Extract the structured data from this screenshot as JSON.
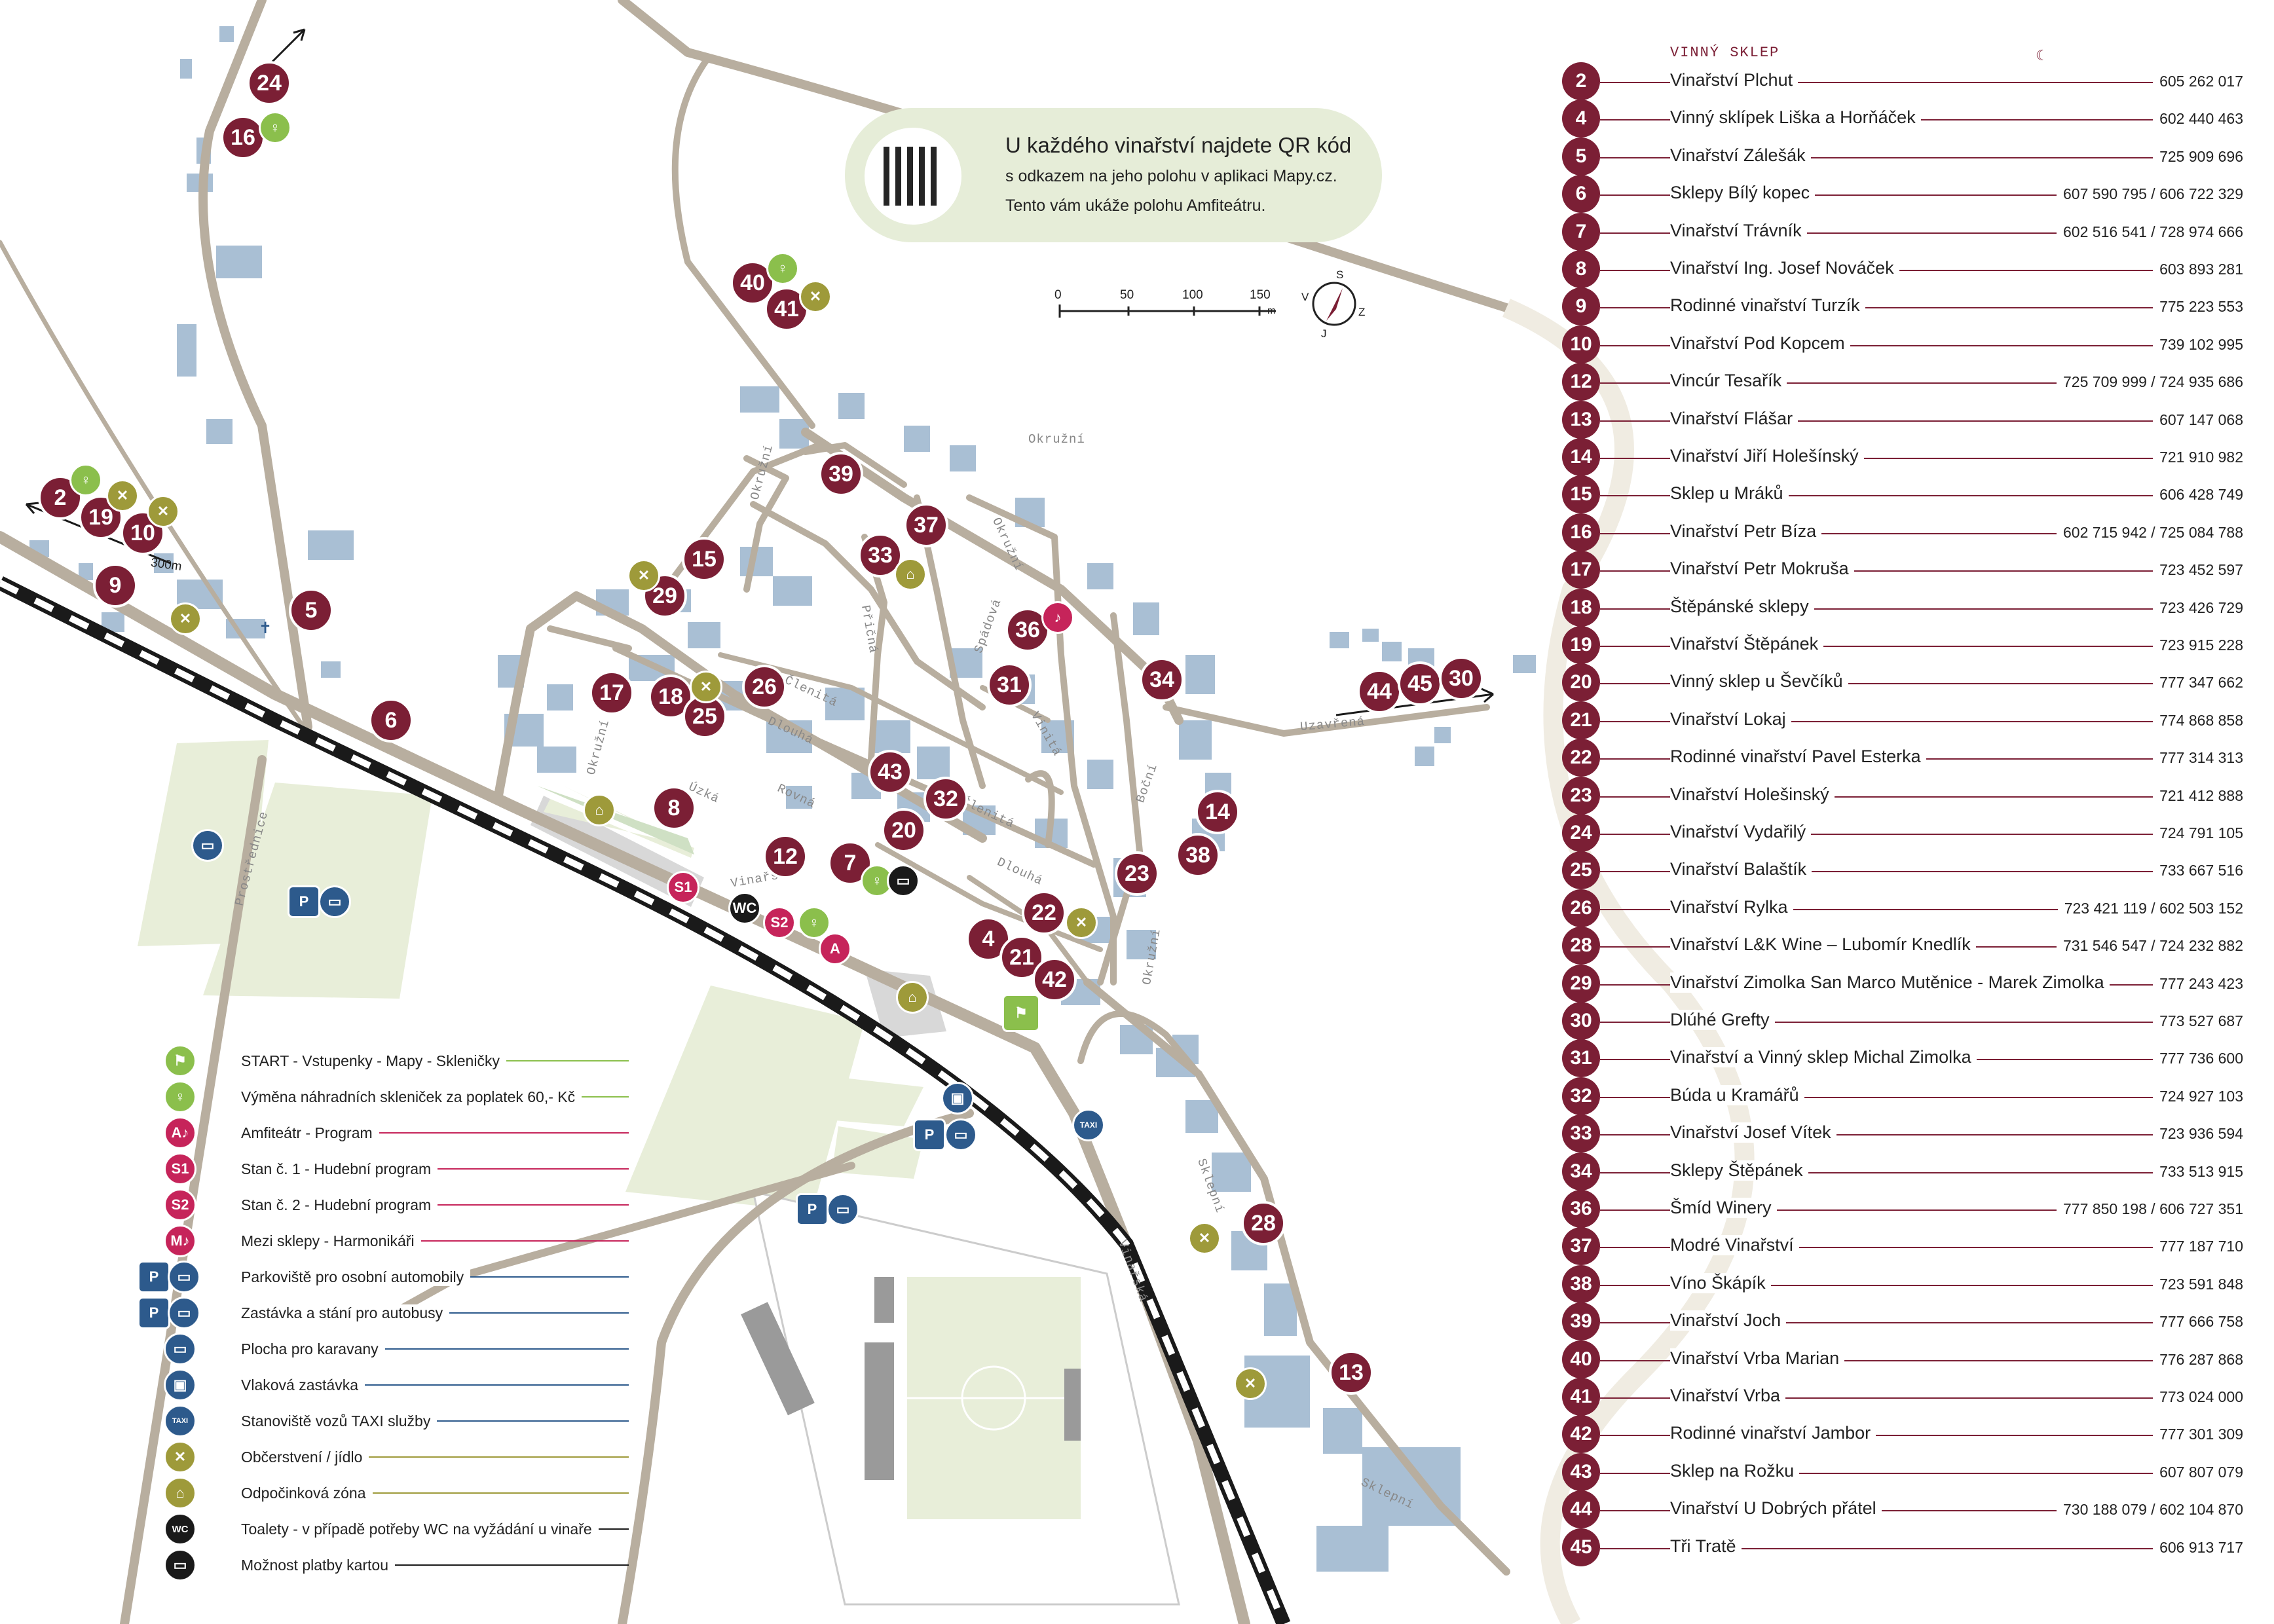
{
  "header": {
    "section_label": "VINNÝ SKLEP"
  },
  "qr_box": {
    "title": "U každého vinařství najdete QR kód",
    "subtitle": "s odkazem na jeho polohu v aplikaci Mapy.cz.",
    "subtitle2": "Tento vám ukáže polohu Amfiteátru."
  },
  "scale": {
    "labels": [
      "0",
      "50",
      "100",
      "150"
    ],
    "unit": "m"
  },
  "compass": {
    "n": "S",
    "s": "J",
    "e": "Z",
    "w": "V"
  },
  "distance_label": "300m",
  "streets": [
    "Okružní",
    "Okružní",
    "Okružní",
    "Okružní",
    "Přičná",
    "Spádová",
    "Členitá",
    "Dlouhá",
    "Úzká",
    "Rovná",
    "Vinařská",
    "Vinařská",
    "Členitá",
    "Dlouhá",
    "Vinitá",
    "Boční",
    "Okružní",
    "Uzavřená",
    "Sklepní",
    "Sklepní",
    "Prostřednice"
  ],
  "wineries": [
    {
      "num": "2",
      "name": "Vinařství Plchut",
      "phone": "605 262 017"
    },
    {
      "num": "4",
      "name": "Vinný sklípek Liška a Horňáček",
      "phone": "602 440 463"
    },
    {
      "num": "5",
      "name": "Vinařství Zálešák",
      "phone": "725 909 696"
    },
    {
      "num": "6",
      "name": "Sklepy Bílý kopec",
      "phone": "607 590 795 / 606 722 329"
    },
    {
      "num": "7",
      "name": "Vinařství Trávník",
      "phone": "602 516 541 / 728 974 666"
    },
    {
      "num": "8",
      "name": "Vinařství Ing. Josef Nováček",
      "phone": "603 893 281"
    },
    {
      "num": "9",
      "name": "Rodinné vinařství Turzík",
      "phone": "775 223 553"
    },
    {
      "num": "10",
      "name": "Vinařství Pod Kopcem",
      "phone": "739 102 995"
    },
    {
      "num": "12",
      "name": "Vincúr Tesařík",
      "phone": "725 709 999 / 724 935 686"
    },
    {
      "num": "13",
      "name": "Vinařství Flášar",
      "phone": "607 147 068"
    },
    {
      "num": "14",
      "name": "Vinařství Jiří Holešínský",
      "phone": "721 910 982"
    },
    {
      "num": "15",
      "name": "Sklep u Mráků",
      "phone": "606 428 749"
    },
    {
      "num": "16",
      "name": "Vinařství Petr Bíza",
      "phone": "602 715 942 / 725 084 788"
    },
    {
      "num": "17",
      "name": "Vinařství Petr Mokruša",
      "phone": "723 452 597"
    },
    {
      "num": "18",
      "name": "Štěpánské sklepy",
      "phone": "723 426 729"
    },
    {
      "num": "19",
      "name": "Vinařství Štěpánek",
      "phone": "723 915 228"
    },
    {
      "num": "20",
      "name": "Vinný sklep u Ševčíků",
      "phone": "777 347 662"
    },
    {
      "num": "21",
      "name": "Vinařství Lokaj",
      "phone": "774 868 858"
    },
    {
      "num": "22",
      "name": "Rodinné vinařství Pavel Esterka",
      "phone": "777 314 313"
    },
    {
      "num": "23",
      "name": "Vinařství Holešinský",
      "phone": "721 412 888"
    },
    {
      "num": "24",
      "name": "Vinařství Vydařilý",
      "phone": "724 791 105"
    },
    {
      "num": "25",
      "name": "Vinařství Balaštík",
      "phone": "733 667 516"
    },
    {
      "num": "26",
      "name": "Vinařství Rylka",
      "phone": "723 421 119 / 602 503 152"
    },
    {
      "num": "28",
      "name": "Vinařství L&K Wine – Lubomír Knedlík",
      "phone": "731 546 547 / 724 232 882"
    },
    {
      "num": "29",
      "name": "Vinařství Zimolka San Marco Mutěnice - Marek Zimolka",
      "phone": "777 243 423"
    },
    {
      "num": "30",
      "name": "Dlúhé Grefty",
      "phone": "773 527 687"
    },
    {
      "num": "31",
      "name": "Vinařství a Vinný sklep Michal Zimolka",
      "phone": "777 736 600"
    },
    {
      "num": "32",
      "name": "Búda u Kramářů",
      "phone": "724 927 103"
    },
    {
      "num": "33",
      "name": "Vinařství Josef Vítek",
      "phone": "723 936 594"
    },
    {
      "num": "34",
      "name": "Sklepy Štěpánek",
      "phone": "733 513 915"
    },
    {
      "num": "36",
      "name": "Šmíd Winery",
      "phone": "777 850 198 / 606 727 351"
    },
    {
      "num": "37",
      "name": "Modré Vinařství",
      "phone": "777 187 710"
    },
    {
      "num": "38",
      "name": "Víno Škápík",
      "phone": "723 591 848"
    },
    {
      "num": "39",
      "name": "Vinařství Joch",
      "phone": "777 666 758"
    },
    {
      "num": "40",
      "name": "Vinařství Vrba Marian",
      "phone": "776 287 868"
    },
    {
      "num": "41",
      "name": "Vinařství Vrba",
      "phone": "773 024 000"
    },
    {
      "num": "42",
      "name": "Rodinné vinařství Jambor",
      "phone": "777 301 309"
    },
    {
      "num": "43",
      "name": "Sklep na Rožku",
      "phone": "607 807 079"
    },
    {
      "num": "44",
      "name": "Vinařství U Dobrých přátel",
      "phone": "730 188 079 / 602 104 870"
    },
    {
      "num": "45",
      "name": "Tři Tratě",
      "phone": "606 913 717"
    }
  ],
  "legend": [
    {
      "icon": "flag-icon",
      "glyph": "⚑",
      "text": "START - Vstupenky - Mapy - Skleničky",
      "color": "#8bbf4c"
    },
    {
      "icon": "wine-glass-icon",
      "glyph": "♀",
      "text": "Výměna náhradních skleniček za poplatek 60,- Kč",
      "color": "#8bbf4c"
    },
    {
      "icon": "amphitheatre-icon",
      "glyph": "A♪",
      "text": "Amfiteátr - Program",
      "color": "#c6245a"
    },
    {
      "icon": "stage-1-icon",
      "glyph": "S1",
      "text": "Stan č. 1 - Hudební program",
      "color": "#c6245a"
    },
    {
      "icon": "stage-2-icon",
      "glyph": "S2",
      "text": "Stan č. 2 - Hudební program",
      "color": "#c6245a"
    },
    {
      "icon": "music-icon",
      "glyph": "M♪",
      "text": "Mezi sklepy - Harmonikáři",
      "color": "#c6245a"
    },
    {
      "icon": "car-parking-icon",
      "glyph": "P",
      "text": "Parkoviště pro osobní automobily",
      "color": "#2d5a8c"
    },
    {
      "icon": "bus-parking-icon",
      "glyph": "P",
      "text": "Zastávka a stání pro autobusy",
      "color": "#2d5a8c"
    },
    {
      "icon": "caravan-icon",
      "glyph": "▭",
      "text": "Plocha pro karavany",
      "color": "#2d5a8c"
    },
    {
      "icon": "train-icon",
      "glyph": "▣",
      "text": "Vlaková zastávka",
      "color": "#2d5a8c"
    },
    {
      "icon": "taxi-icon",
      "glyph": "TAXI",
      "text": "Stanoviště vozů TAXI služby",
      "color": "#2d5a8c"
    },
    {
      "icon": "food-icon",
      "glyph": "✕",
      "text": "Občerstvení / jídlo",
      "color": "#9e9a3a"
    },
    {
      "icon": "rest-zone-icon",
      "glyph": "⌂",
      "text": "Odpočinková zóna",
      "color": "#9e9a3a"
    },
    {
      "icon": "wc-icon",
      "glyph": "WC",
      "text": "Toalety - v případě potřeby WC na vyžádání u vinaře",
      "color": "#1a1a1a"
    },
    {
      "icon": "card-payment-icon",
      "glyph": "▭",
      "text": "Možnost platby kartou",
      "color": "#1a1a1a"
    }
  ],
  "map_pins": [
    "24",
    "16",
    "40",
    "41",
    "2",
    "19",
    "10",
    "9",
    "5",
    "6",
    "39",
    "37",
    "33",
    "15",
    "29",
    "36",
    "34",
    "31",
    "17",
    "18",
    "25",
    "26",
    "43",
    "32",
    "20",
    "8",
    "12",
    "7",
    "14",
    "38",
    "23",
    "22",
    "4",
    "21",
    "42",
    "44",
    "45",
    "30",
    "28",
    "13"
  ],
  "colors": {
    "wine": "#7b1f35",
    "road": "#b8ae9f",
    "building": "#a9bfd4",
    "green_area": "#e6edd8"
  }
}
